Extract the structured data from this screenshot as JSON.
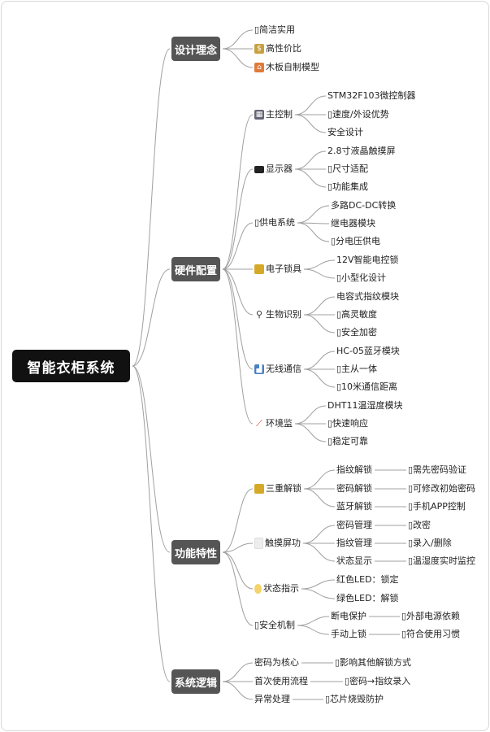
{
  "root": "智能衣柜系统",
  "branches": {
    "design": {
      "label": "设计理念",
      "items": [
        {
          "icon": "none",
          "text": "▯简洁实用"
        },
        {
          "icon": "money-bag",
          "text": "高性价比"
        },
        {
          "icon": "house",
          "text": "木板自制模型"
        }
      ]
    },
    "hardware": {
      "label": "硬件配置",
      "groups": [
        {
          "icon": "control-knobs",
          "label": "主控制",
          "items": [
            "STM32F103微控制器",
            "▯速度/外设优势",
            "安全设计"
          ]
        },
        {
          "icon": "monitor",
          "label": "显示器",
          "items": [
            "2.8寸液晶触摸屏",
            "▯尺寸适配",
            "▯功能集成"
          ]
        },
        {
          "icon": "none",
          "label": "▯供电系统",
          "items": [
            "多路DC-DC转换",
            "继电器模块",
            "▯分电压供电"
          ]
        },
        {
          "icon": "lock",
          "label": "电子锁具",
          "items": [
            "12V智能电控锁",
            "▯小型化设计"
          ]
        },
        {
          "icon": "magnifier",
          "label": "生物识别",
          "items": [
            "电容式指纹模块",
            "▯高灵敏度",
            "▯安全加密"
          ]
        },
        {
          "icon": "signal-bars",
          "label": "无线通信",
          "items": [
            "HC-05蓝牙模块",
            "▯主从一体",
            "▯10米通信距离"
          ]
        },
        {
          "icon": "thermometer",
          "label": "环境监",
          "items": [
            "DHT11温湿度模块",
            "▯快速响应",
            "▯稳定可靠"
          ]
        }
      ]
    },
    "features": {
      "label": "功能特性",
      "groups": [
        {
          "icon": "lock-key",
          "label": "三重解锁",
          "items": [
            {
              "text": "指纹解锁",
              "detail": "▯需先密码验证"
            },
            {
              "text": "密码解锁",
              "detail": "▯可修改初始密码"
            },
            {
              "text": "蓝牙解锁",
              "detail": "▯手机APP控制"
            }
          ]
        },
        {
          "icon": "phone",
          "label": "触摸屏功",
          "items": [
            {
              "text": "密码管理",
              "detail": "▯改密"
            },
            {
              "text": "指纹管理",
              "detail": "▯录入/删除"
            },
            {
              "text": "状态显示",
              "detail": "▯温湿度实时监控"
            }
          ]
        },
        {
          "icon": "light-bulb",
          "label": "状态指示",
          "items": [
            {
              "text": "红色LED：锁定"
            },
            {
              "text": "绿色LED：解锁"
            }
          ]
        },
        {
          "icon": "none",
          "label": "▯安全机制",
          "items": [
            {
              "text": "断电保护",
              "detail": "▯外部电源依赖"
            },
            {
              "text": "手动上锁",
              "detail": "▯符合使用习惯"
            }
          ]
        }
      ]
    },
    "logic": {
      "label": "系统逻辑",
      "items": [
        {
          "text": "密码为核心",
          "detail": "▯影响其他解锁方式"
        },
        {
          "text": "首次使用流程",
          "detail": "▯密码→指纹录入"
        },
        {
          "text": "异常处理",
          "detail": "▯芯片烧毁防护"
        }
      ]
    }
  },
  "colors": {
    "root": "#111111",
    "branch": "#555555",
    "line": "#a0a0a0"
  }
}
